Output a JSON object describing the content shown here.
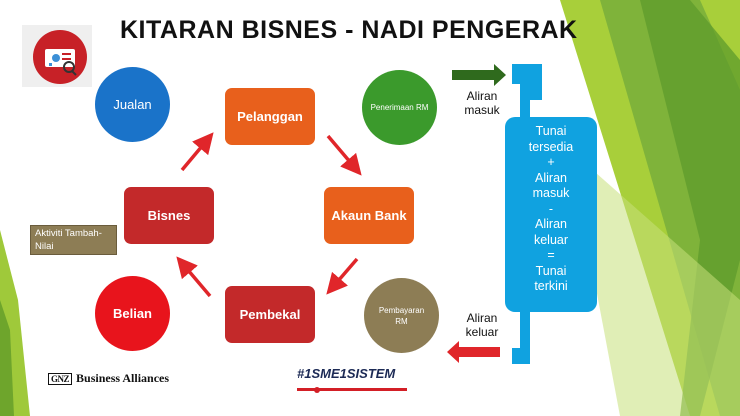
{
  "title": "KITARAN BISNES - NADI PENGERAK",
  "nodes": {
    "jualan": "Jualan",
    "belian": "Belian",
    "pelanggan": "Pelanggan",
    "akaun_bank": "Akaun Bank",
    "pembekal": "Pembekal",
    "bisnes": "Bisnes",
    "penerimaan": "Penerimaan RM",
    "pembayaran": "Pembayaran RM"
  },
  "flows": {
    "masuk": "Aliran masuk",
    "keluar": "Aliran keluar"
  },
  "cash_formula": [
    "Tunai tersedia",
    "+",
    "Aliran masuk",
    "-",
    "Aliran keluar",
    "=",
    "Tunai terkini"
  ],
  "value_added_tag": "Aktiviti Tambah-Nilai",
  "footer": {
    "gnz": "GNZ",
    "business_alliances": "Business Alliances",
    "sme": "#1SME1SISTEM"
  },
  "colors": {
    "blue": "#1a73c9",
    "red": "#e8141c",
    "orange": "#e8601c",
    "dark_red": "#c3292a",
    "green": "#3b9a2c",
    "olive": "#8d7d55",
    "cyan": "#10a2e0",
    "arrow_red": "#e0262a",
    "arrow_green": "#2f6a1d"
  }
}
